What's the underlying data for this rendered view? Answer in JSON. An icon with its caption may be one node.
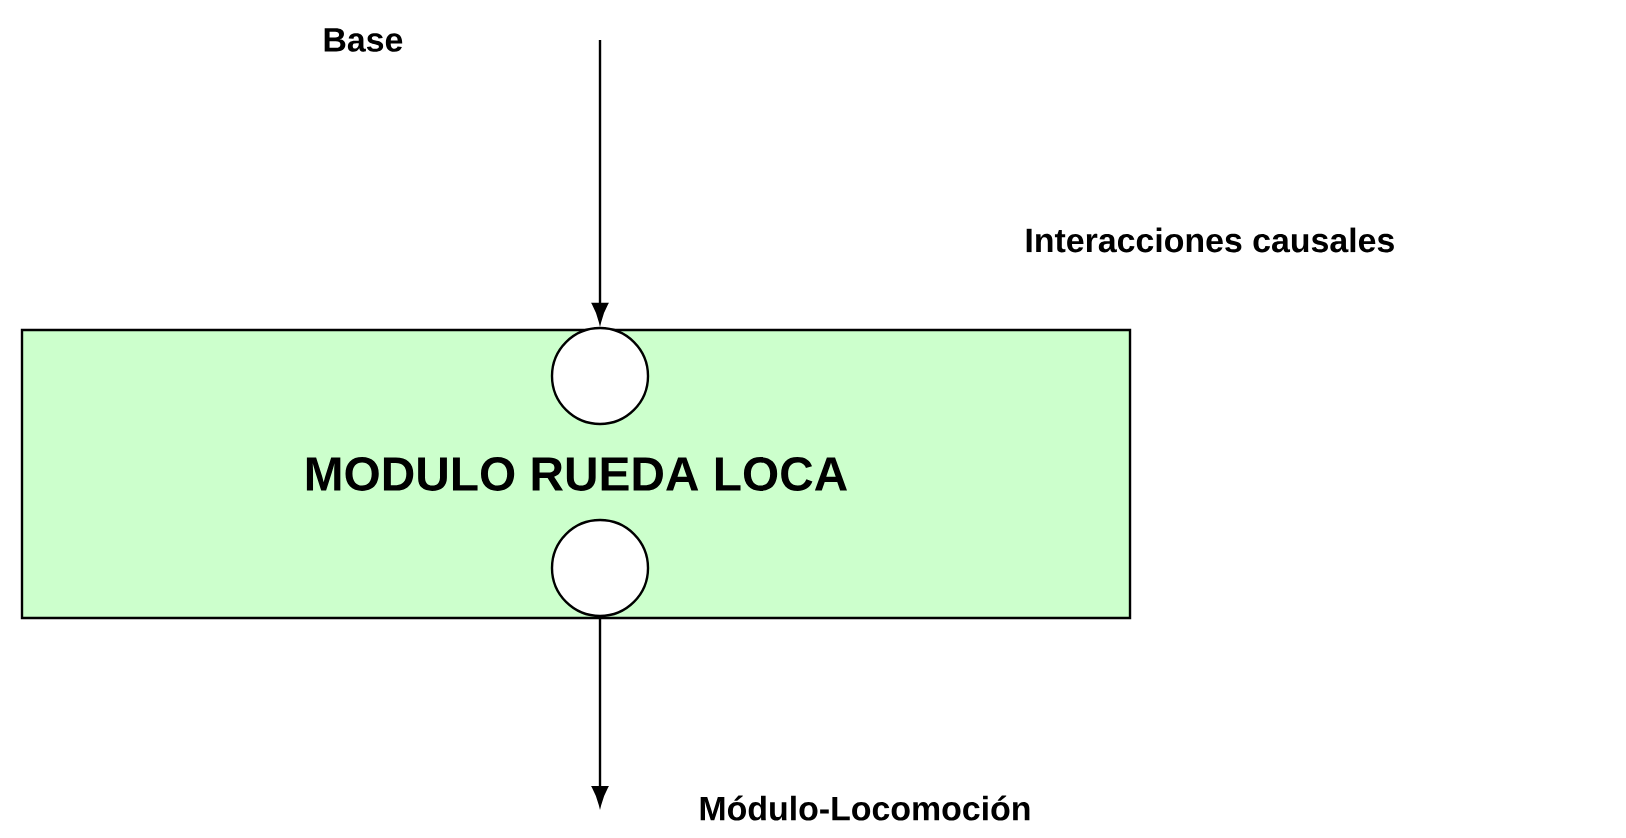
{
  "diagram": {
    "nodes": [
      {
        "text": [
          "MODULO RUEDA LOCA"
        ]
      },
      {
        "text": [],
        "shape": "circle",
        "in": 0
      },
      {
        "text": [],
        "shape": "circle",
        "in": 0
      }
    ],
    "edges": [
      {
        "from": null,
        "to": 1,
        "arrow": "to"
      },
      {
        "from": 2,
        "to": null,
        "arrow": "to"
      }
    ],
    "labels": [
      "Base",
      "Interacciones causales",
      "Módulo-Locomoción"
    ]
  }
}
